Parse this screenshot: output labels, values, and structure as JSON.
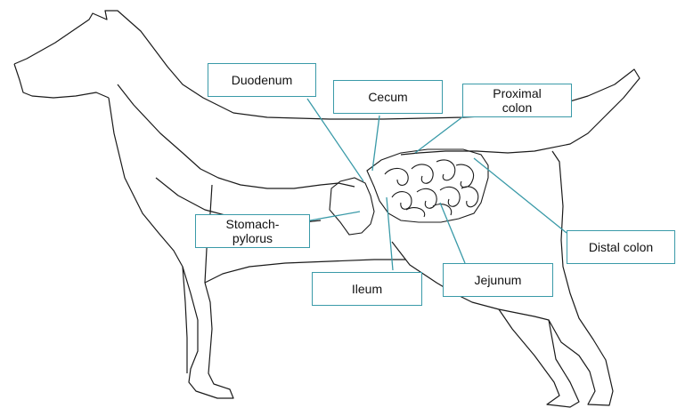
{
  "labels": {
    "duodenum": "Duodenum",
    "cecum": "Cecum",
    "proximal_colon": "Proximal\ncolon",
    "stomach_pylorus": "Stomach-\npylorus",
    "ileum": "Ileum",
    "jejunum": "Jejunum",
    "distal_colon": "Distal colon"
  },
  "colors": {
    "box_border": "#3a9aa8",
    "leader_line": "#3a9aa8",
    "outline": "#1a1a1a"
  }
}
